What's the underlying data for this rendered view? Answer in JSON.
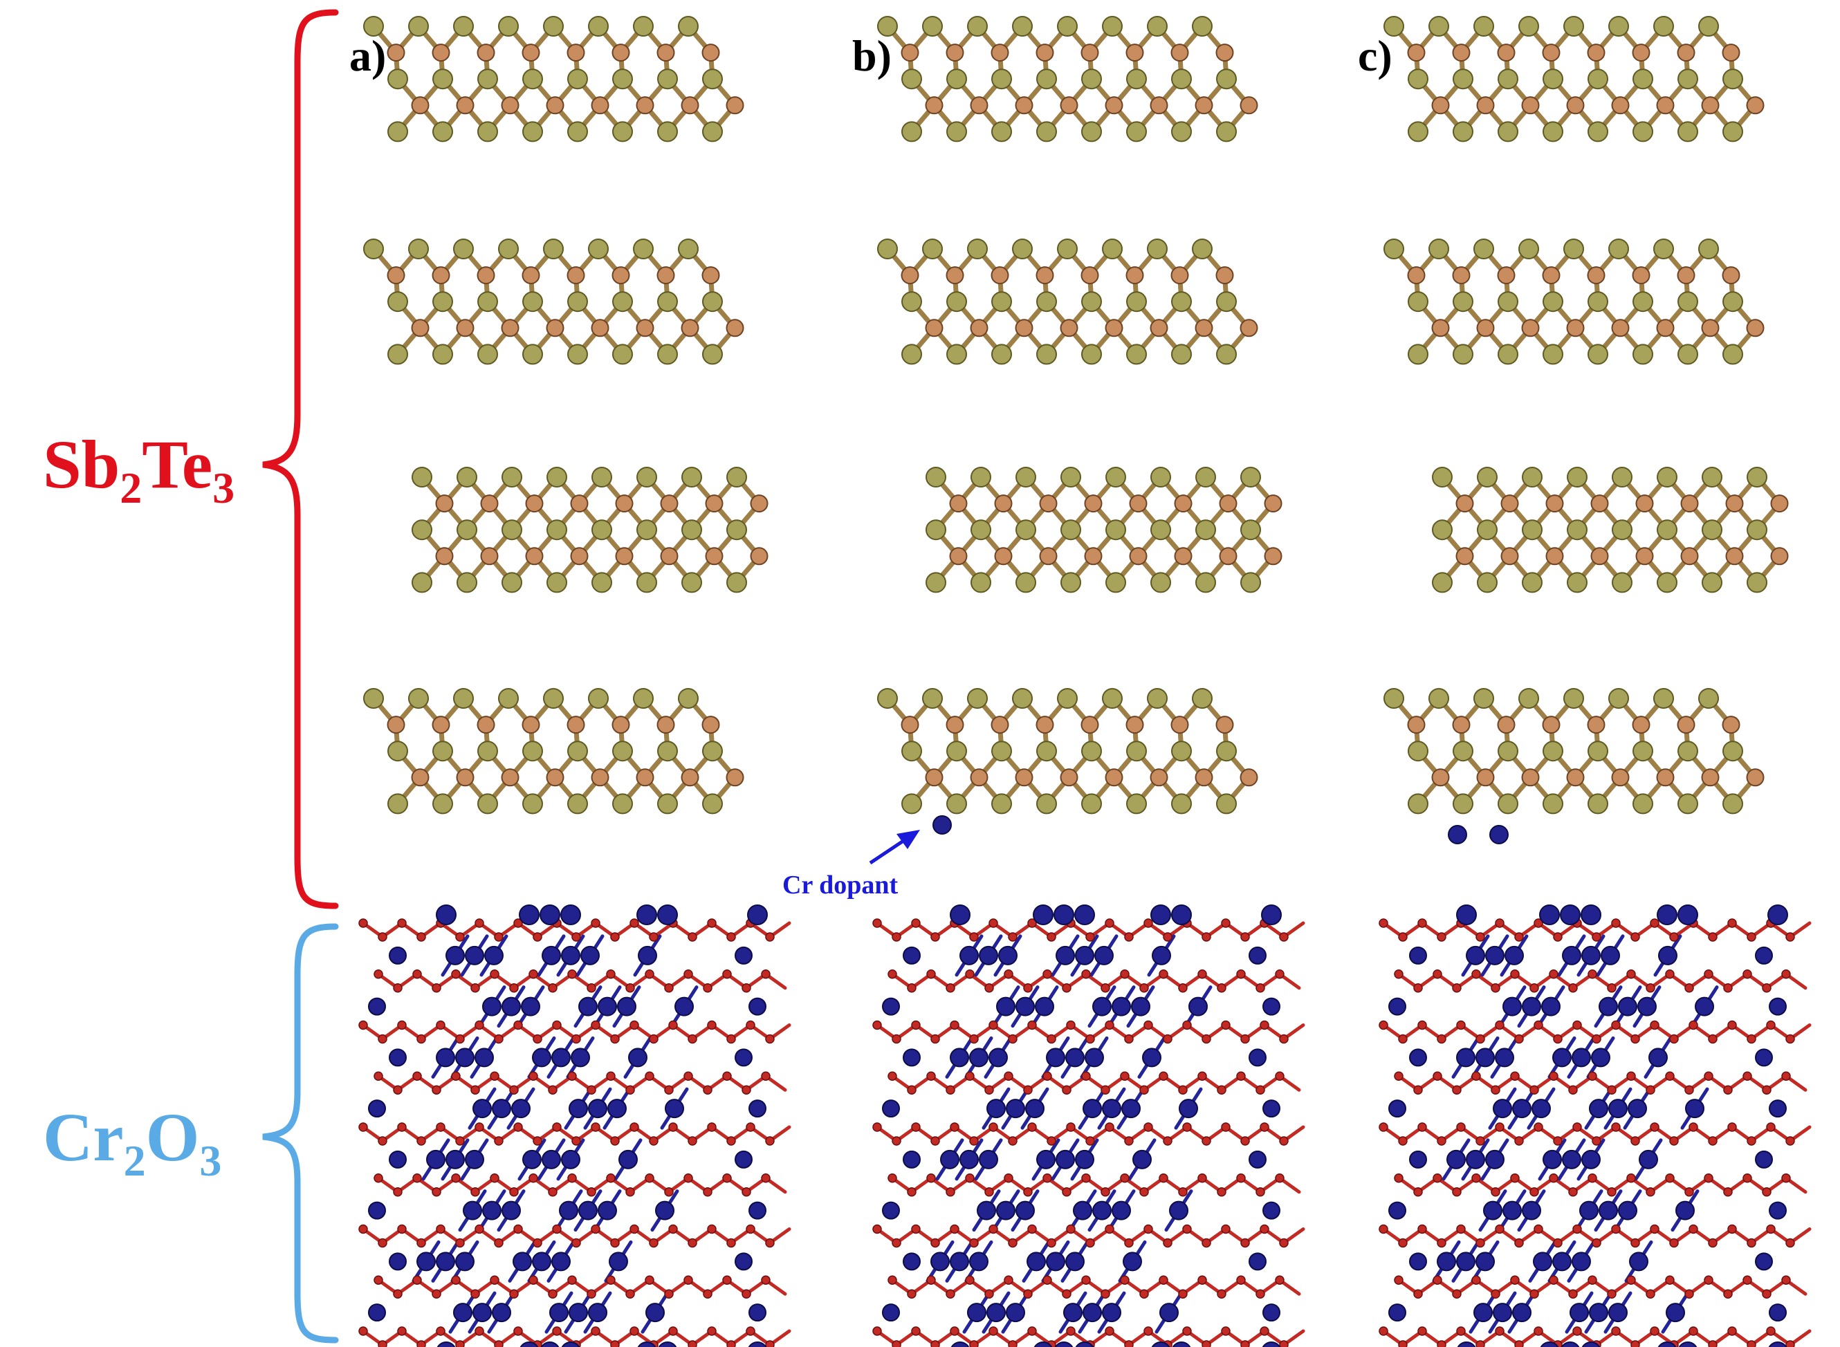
{
  "panels": [
    {
      "label": "a)",
      "cr_dopants": 0
    },
    {
      "label": "b)",
      "cr_dopants": 1
    },
    {
      "label": "c)",
      "cr_dopants": 2
    }
  ],
  "braces": {
    "top": {
      "main": "Sb",
      "sub1": "2",
      "mid": "Te",
      "sub2": "3",
      "color": "#e0101c"
    },
    "bottom": {
      "main": "Cr",
      "sub1": "2",
      "mid": "O",
      "sub2": "3",
      "color": "#5aaae6"
    }
  },
  "annotation": {
    "text": "Cr dopant",
    "color": "#1a1adb"
  },
  "atom_colors": {
    "Te": "#a8a35a",
    "Sb": "#c98c5e",
    "Cr": "#22228f",
    "O": "#c42a24"
  }
}
